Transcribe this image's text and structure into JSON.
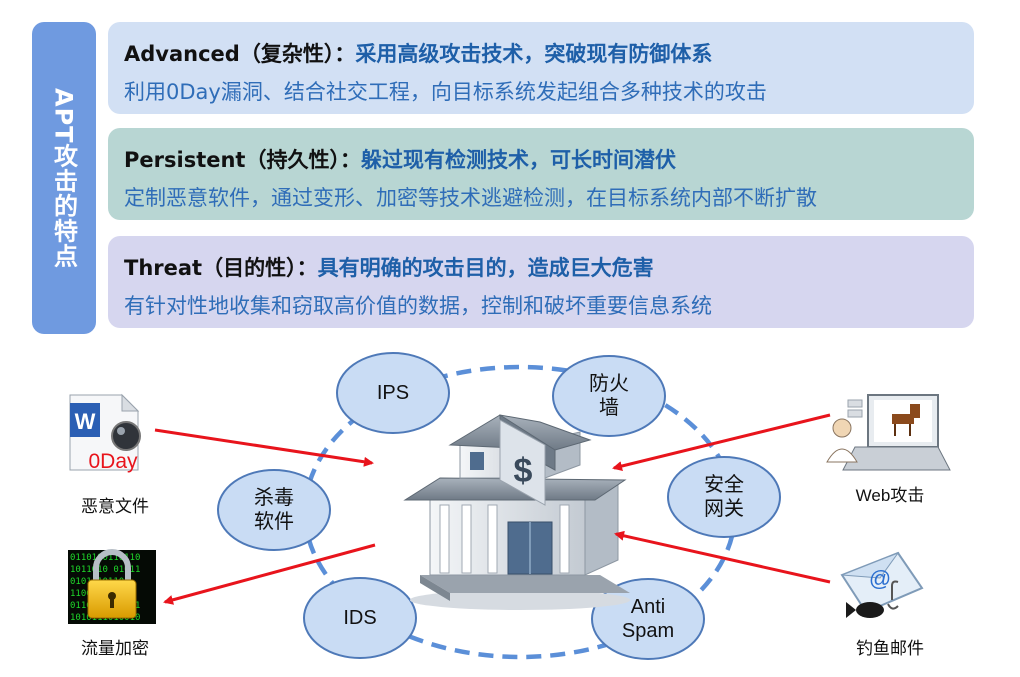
{
  "sidebar": {
    "title": "APT攻击的特点"
  },
  "rows": [
    {
      "term": "Advanced（复杂性）：",
      "highlight": "采用高级攻击技术，突破现有防御体系",
      "description": "利用0Day漏洞、结合社交工程，向目标系统发起组合多种技术的攻击"
    },
    {
      "term": "Persistent（持久性）：",
      "highlight": "躲过现有检测技术，可长时间潜伏",
      "description": "定制恶意软件，通过变形、加密等技术逃避检测，在目标系统内部不断扩散"
    },
    {
      "term": "Threat（目的性）：",
      "highlight": "具有明确的攻击目的，造成巨大危害",
      "description": "有针对性地收集和窃取高价值的数据，控制和破坏重要信息系统"
    }
  ],
  "defenses": {
    "ips": "IPS",
    "firewall": [
      "防火",
      "墙"
    ],
    "gateway": [
      "安全",
      "网关"
    ],
    "antispam": [
      "Anti",
      "Spam"
    ],
    "ids": "IDS",
    "antivirus": [
      "杀毒",
      "软件"
    ]
  },
  "attacks": {
    "malware_file": "恶意文件",
    "malware_badge": "0Day",
    "web_attack": "Web攻击",
    "phishing": "钓鱼邮件",
    "traffic_encryption": "流量加密",
    "bank_symbol": "$"
  },
  "colors": {
    "sidebar": "#6f9ae0",
    "row1": "#d2e0f4",
    "row2": "#b8d6d3",
    "row3": "#d6d6ef",
    "highlight_text": "#1e5fa8",
    "desc_text": "#2f6db8",
    "ellipse_fill": "#c9dcf4",
    "ellipse_stroke": "#4e79b8",
    "ring": "#5b8fd8",
    "arrow": "#e8141c"
  }
}
